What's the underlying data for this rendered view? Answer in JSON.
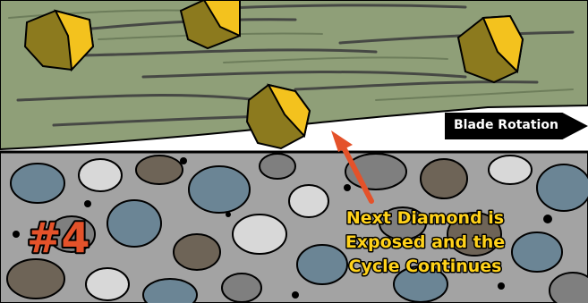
{
  "diagram": {
    "step_label": "#4",
    "caption_lines": [
      "Next Diamond is",
      "Exposed and the",
      "Cycle Continues"
    ],
    "blade_direction_label": "Blade Rotation",
    "colors": {
      "blade_body": "#8f9f78",
      "blade_grooves": "#3f3f3f",
      "diamond_light": "#f3c21e",
      "diamond_dark": "#8c7a1e",
      "kerf_gap": "#ffffff",
      "concrete_matrix": "#a3a3a3",
      "aggregate_blue": "#6b8595",
      "aggregate_brown": "#6e6457",
      "aggregate_gray": "#7f7f7f",
      "aggregate_light": "#d8d8d8",
      "pointer_arrow": "#e4522a",
      "step_label_fill": "#e4522a",
      "caption_fill": "#ffd21a"
    },
    "icons": {
      "pointer": "arrow-up-left",
      "blade_direction": "arrow-right"
    }
  }
}
